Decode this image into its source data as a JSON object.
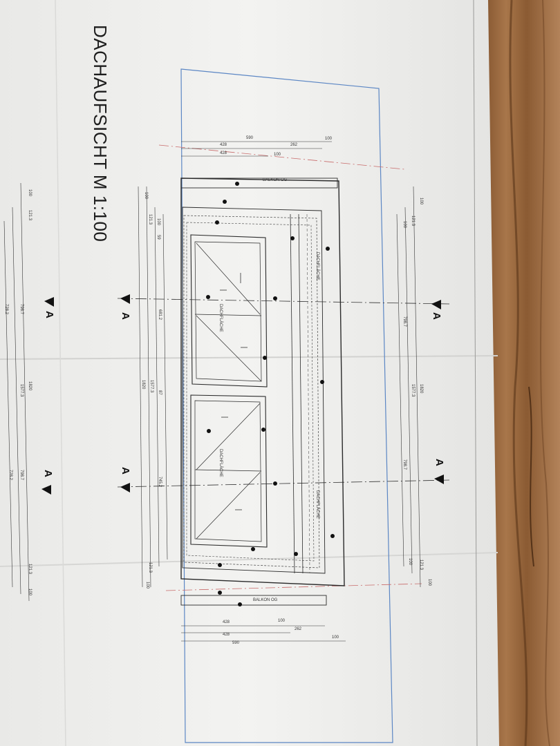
{
  "drawing": {
    "title": "DACHAUFSICHT M 1:100",
    "section_marker": "A",
    "roof_label": "DACHFLÄCHE",
    "balcony_label": "BALKON OG",
    "top_dims": [
      "590",
      "428",
      "262",
      "100",
      "428",
      "100"
    ],
    "bottom_dims": [
      "428",
      "100",
      "262",
      "428",
      "590",
      "100"
    ],
    "left_dims": [
      "100",
      "121.3",
      "100",
      "59",
      "681.2",
      "1820",
      "1577.3",
      "87",
      "745.2",
      "121.3",
      "100"
    ],
    "right_dims": [
      "100",
      "121.3",
      "100",
      "798.7",
      "1820",
      "1577.3",
      "798.7",
      "121.3",
      "100",
      "100"
    ],
    "far_left_dims": [
      "100",
      "121.3",
      "798.7",
      "728.2",
      "1820",
      "1577.3",
      "798.7",
      "728.2",
      "121.3",
      "100"
    ]
  },
  "colors": {
    "paper": "#f1f1ef",
    "wood": "#8a5a33",
    "line": "#2a2a2a",
    "boundary": "#5b86c4",
    "axis": "#c86a6a"
  }
}
